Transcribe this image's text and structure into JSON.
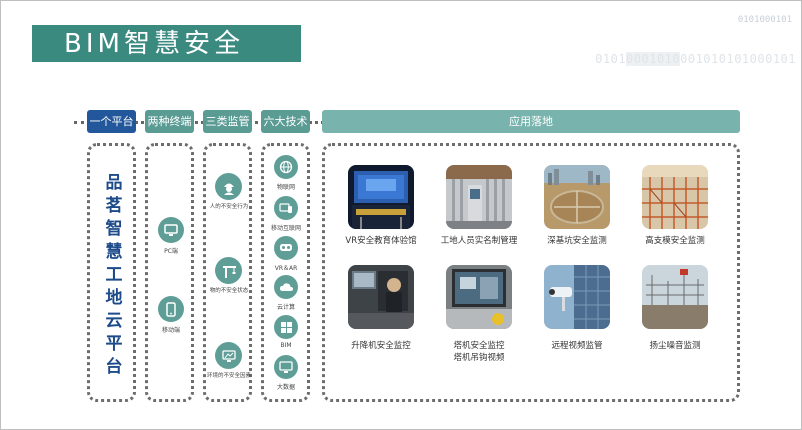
{
  "title": "BIM智慧安全",
  "binary_top": "0101000101",
  "binary_mid_pre": "0101",
  "binary_mid_hl": "0001010",
  "binary_mid_post": "001010101000101",
  "headers": {
    "platform": "一个平台",
    "terminals": "两种终端",
    "supervision": "三类监管",
    "tech": "六大技术",
    "apps": "应用落地"
  },
  "platform_chars": [
    "品",
    "茗",
    "智",
    "慧",
    "工",
    "地",
    "云",
    "平",
    "台"
  ],
  "terminals": [
    {
      "label": "PC端",
      "icon": "monitor-icon"
    },
    {
      "label": "移动端",
      "icon": "phone-icon"
    }
  ],
  "supervision": [
    {
      "label": "人的不安全行为",
      "icon": "worker-icon"
    },
    {
      "label": "物的不安全状态",
      "icon": "crane-icon"
    },
    {
      "label": "环境的不安全因素",
      "icon": "environment-icon"
    }
  ],
  "tech": [
    {
      "label": "物联网",
      "icon": "iot-icon"
    },
    {
      "label": "移动互联网",
      "icon": "mobile-internet-icon"
    },
    {
      "label": "VR＆AR",
      "icon": "vr-icon"
    },
    {
      "label": "云计算",
      "icon": "cloud-icon"
    },
    {
      "label": "BIM",
      "icon": "bim-icon"
    },
    {
      "label": "大数据",
      "icon": "bigdata-icon"
    }
  ],
  "apps": [
    {
      "label": "VR安全教育体验馆",
      "image": "vr-hall-photo"
    },
    {
      "label": "工地人员实名制管理",
      "image": "turnstile-photo"
    },
    {
      "label": "深基坑安全监测",
      "image": "foundation-pit-photo"
    },
    {
      "label": "高支模安全监测",
      "image": "formwork-photo"
    },
    {
      "label": "升降机安全监控",
      "image": "elevator-photo"
    },
    {
      "label": "塔机安全监控",
      "label2": "塔机吊钩视频",
      "image": "tower-crane-photo"
    },
    {
      "label": "远程视频监管",
      "image": "camera-photo"
    },
    {
      "label": "扬尘噪音监测",
      "image": "dust-monitor-photo"
    }
  ],
  "colors": {
    "title_bg": "#3a8a80",
    "header_dark": "#23579b",
    "header_teal": "#5a9b93",
    "header_light": "#79b3ad",
    "platform_text": "#1d4b8a",
    "icon_bg": "#5e9e97"
  }
}
